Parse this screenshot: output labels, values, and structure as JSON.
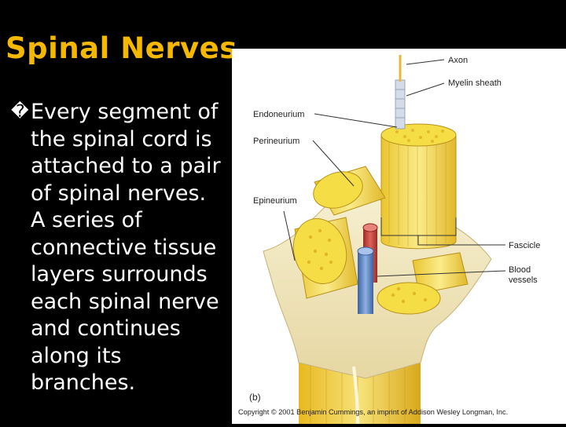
{
  "slide": {
    "title": "Spinal Nerves",
    "bullet_glyph": "\u000f",
    "bullet_text": "Every segment of\nthe spinal cord is\nattached to a pair\nof spinal nerves.\nA series of\nconnective tissue\nlayers surrounds\neach spinal nerve\nand continues\nalong its\nbranches."
  },
  "figure": {
    "labels": {
      "axon": "Axon",
      "myelin_sheath": "Myelin sheath",
      "endoneurium": "Endoneurium",
      "perineurium": "Perineurium",
      "epineurium": "Epineurium",
      "fascicle": "Fascicle",
      "blood_line1": "Blood",
      "blood_line2": "vessels",
      "panel": "(b)"
    },
    "copyright": "Copyright © 2001 Benjamin Cummings, an imprint of Addison Wesley Longman, Inc."
  },
  "colors": {
    "title": "#f5b800",
    "background": "#000000",
    "nerve_yellow": "#f2d94a",
    "artery": "#c9413a",
    "vein": "#5b84c4"
  }
}
